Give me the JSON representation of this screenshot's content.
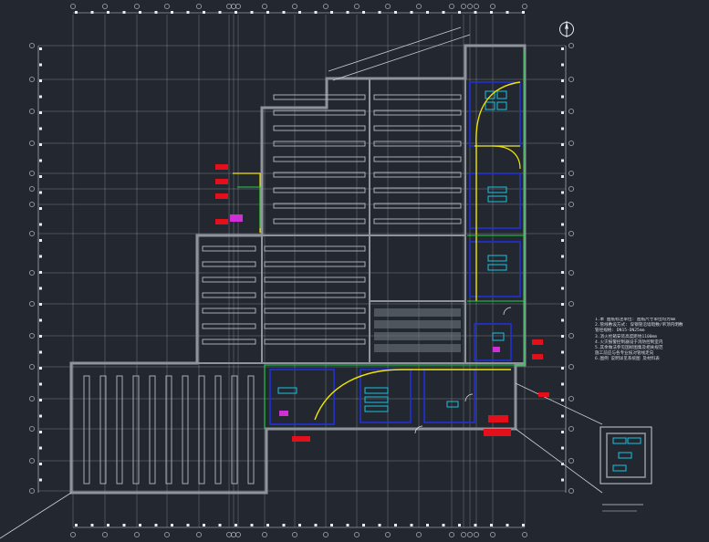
{
  "drawing": {
    "background": "#232830",
    "colors": {
      "wall": "#8e949a",
      "grid": "#c9ced3",
      "fixture": "#b4bac0",
      "yellow": "#f2e600",
      "blue": "#2130d8",
      "green": "#1fd14a",
      "red": "#e3101c",
      "cyan": "#19c2e0",
      "magenta": "#d02fd8",
      "white": "#e9ecef"
    },
    "notes": [
      "1.本 图纸标注单位: 图纸尺寸单位均为mm",
      "2.管线敷设方式: 穿钢管沿墙暗敷/吊顶内明敷",
      "  管径规格: DN15-DN25mm",
      "3.消火栓箱安装高度距地1100mm",
      "4.火灾报警控制器设于消防控制室内",
      "5.其余做法参见国标图集及相关规范",
      "  施工前应与各专业核对管线走向",
      "6.图例 说明详见系统图 及材料表"
    ]
  }
}
